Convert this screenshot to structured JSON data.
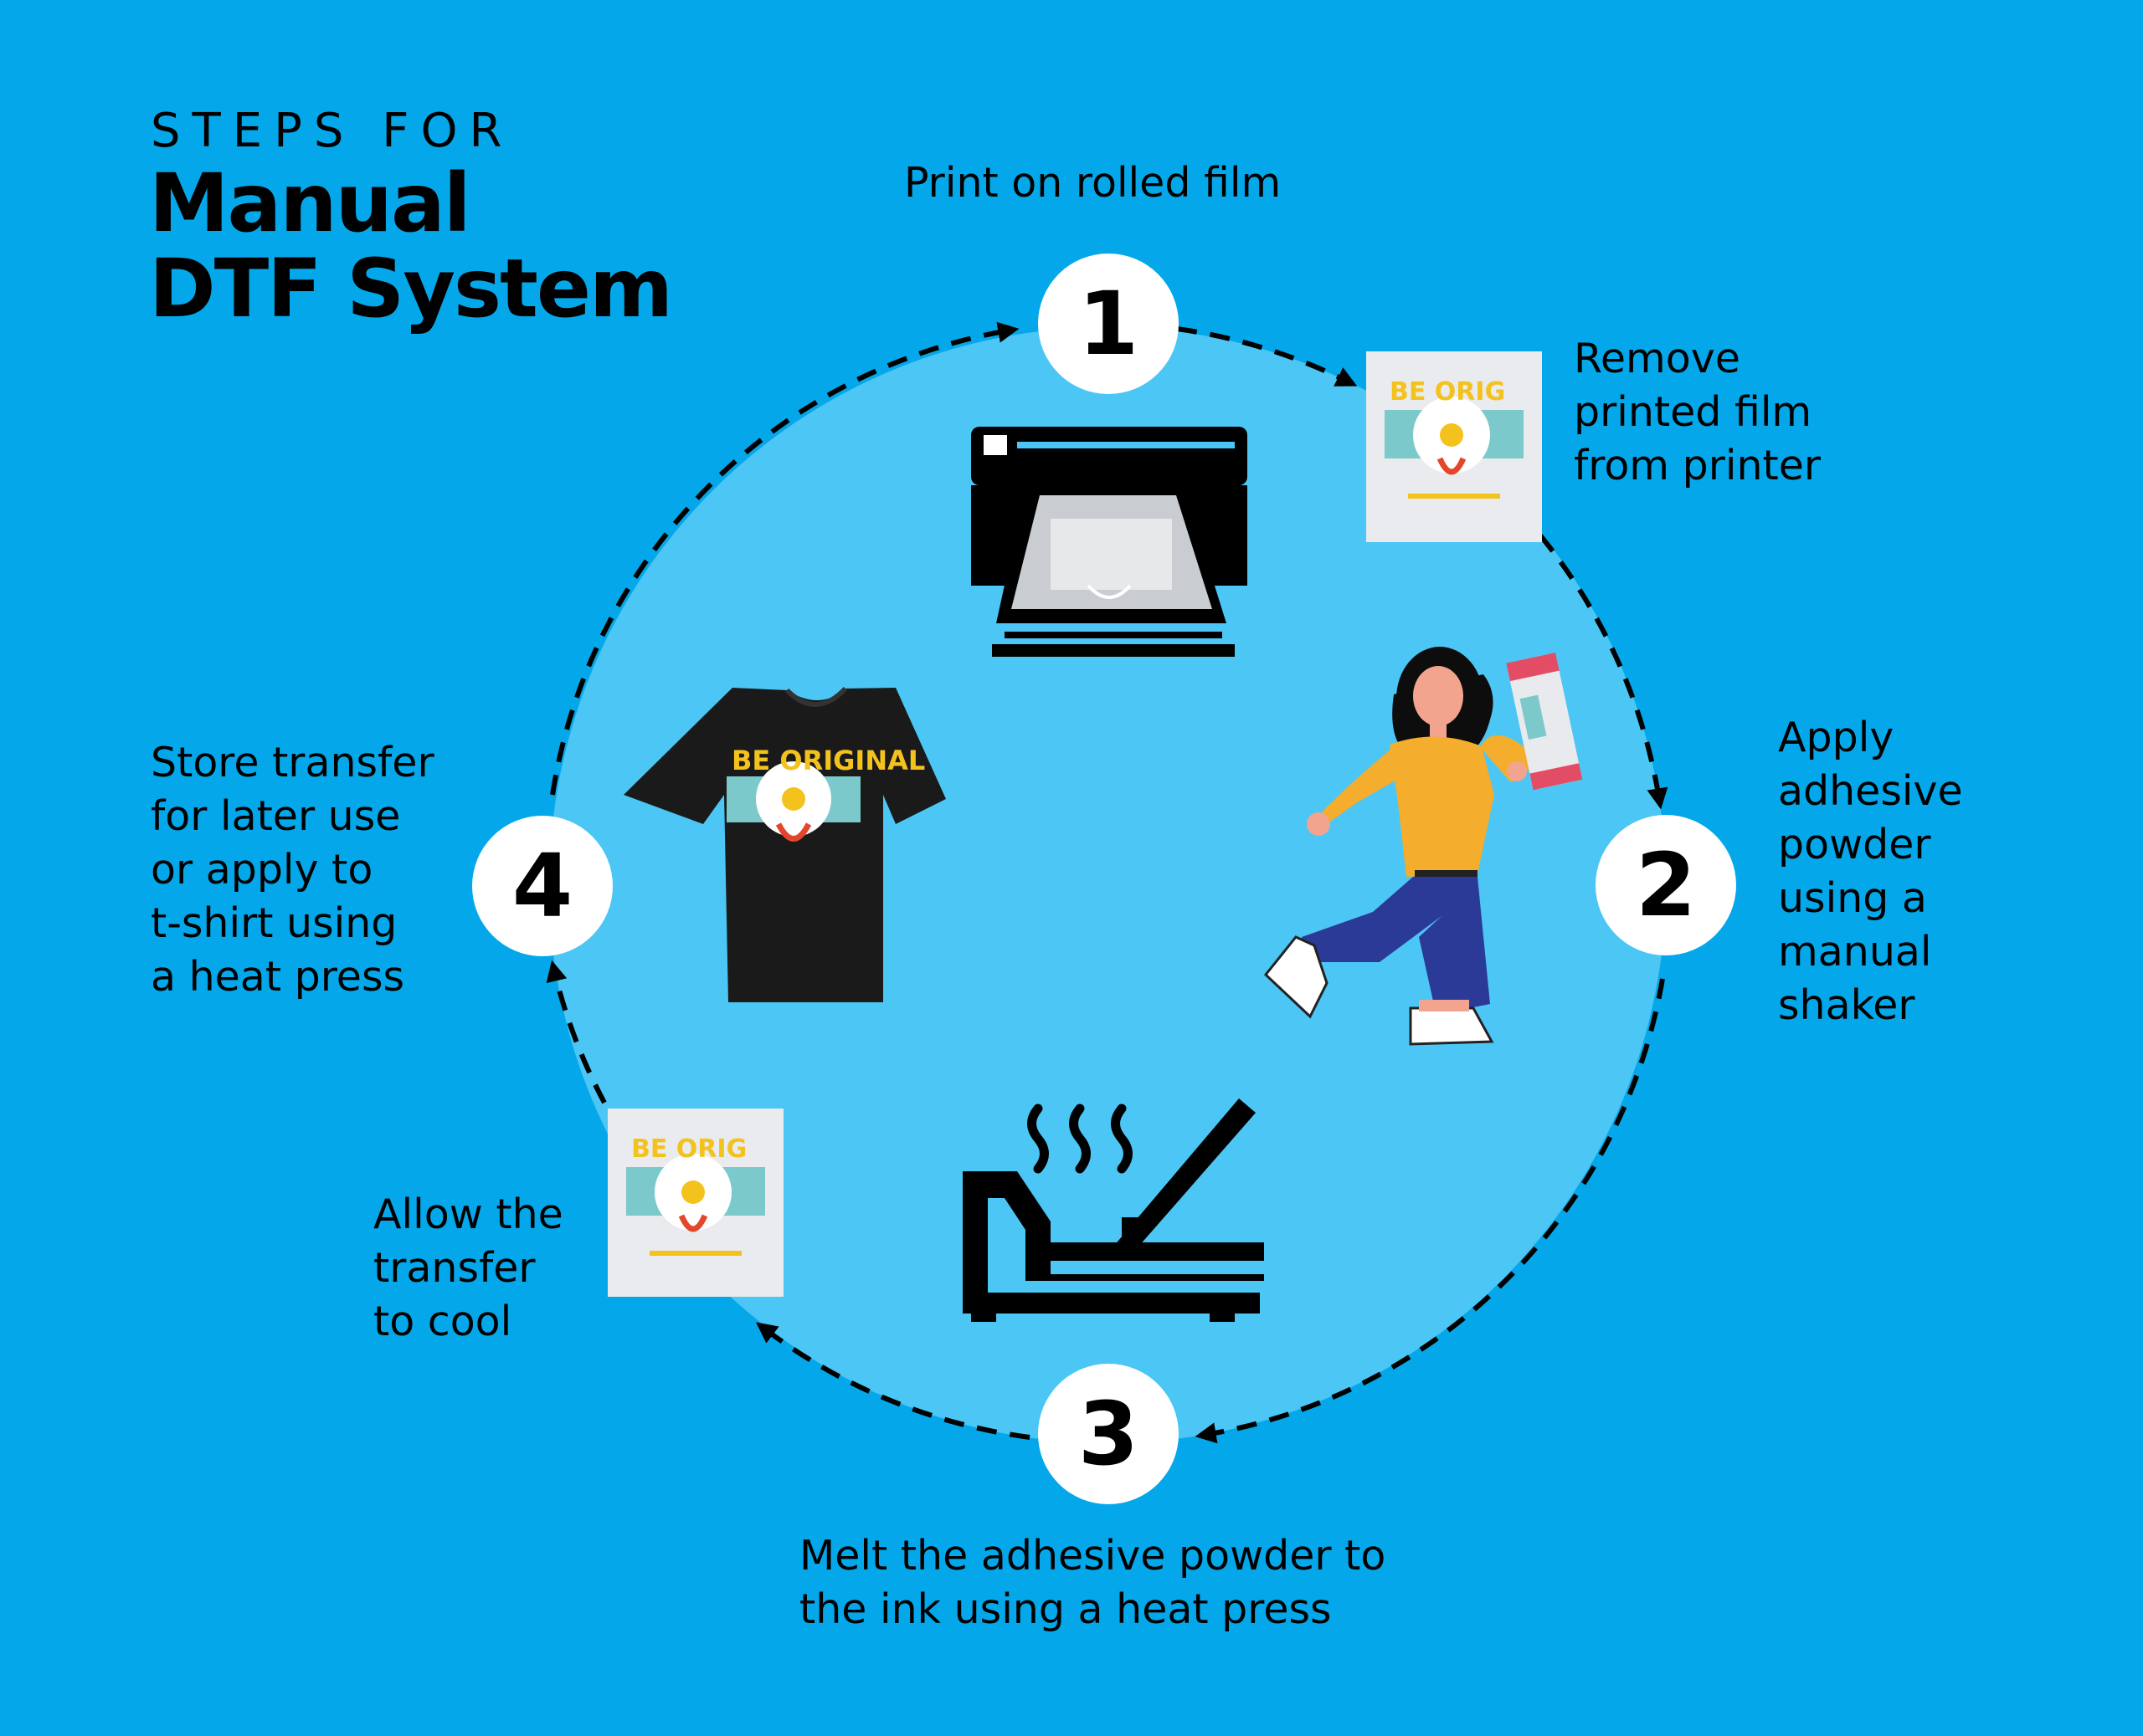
{
  "header": {
    "subtitle": "STEPS FOR",
    "title": "Manual\nDTF System"
  },
  "steps": [
    {
      "number": "1",
      "label": "Print on rolled film"
    },
    {
      "number": "",
      "label": "Remove\nprinted film\nfrom printer"
    },
    {
      "number": "2",
      "label": "Apply\nadhesive\npowder\nusing a\nmanual\nshaker"
    },
    {
      "number": "3",
      "label": "Melt the adhesive powder to\nthe ink using a heat press"
    },
    {
      "number": "",
      "label": "Allow the\ntransfer\nto cool"
    },
    {
      "number": "4",
      "label": "Store transfer\nfor later use\nor apply to\nt-shirt using\na heat press"
    }
  ],
  "colors": {
    "background": "#04a8ea",
    "circle": "#4cc6f5",
    "badge": "#ffffff",
    "text": "#000000"
  },
  "icons": [
    "printer-icon",
    "transfer-film-icon",
    "woman-with-shaker-icon",
    "heat-press-icon",
    "tshirt-icon"
  ]
}
